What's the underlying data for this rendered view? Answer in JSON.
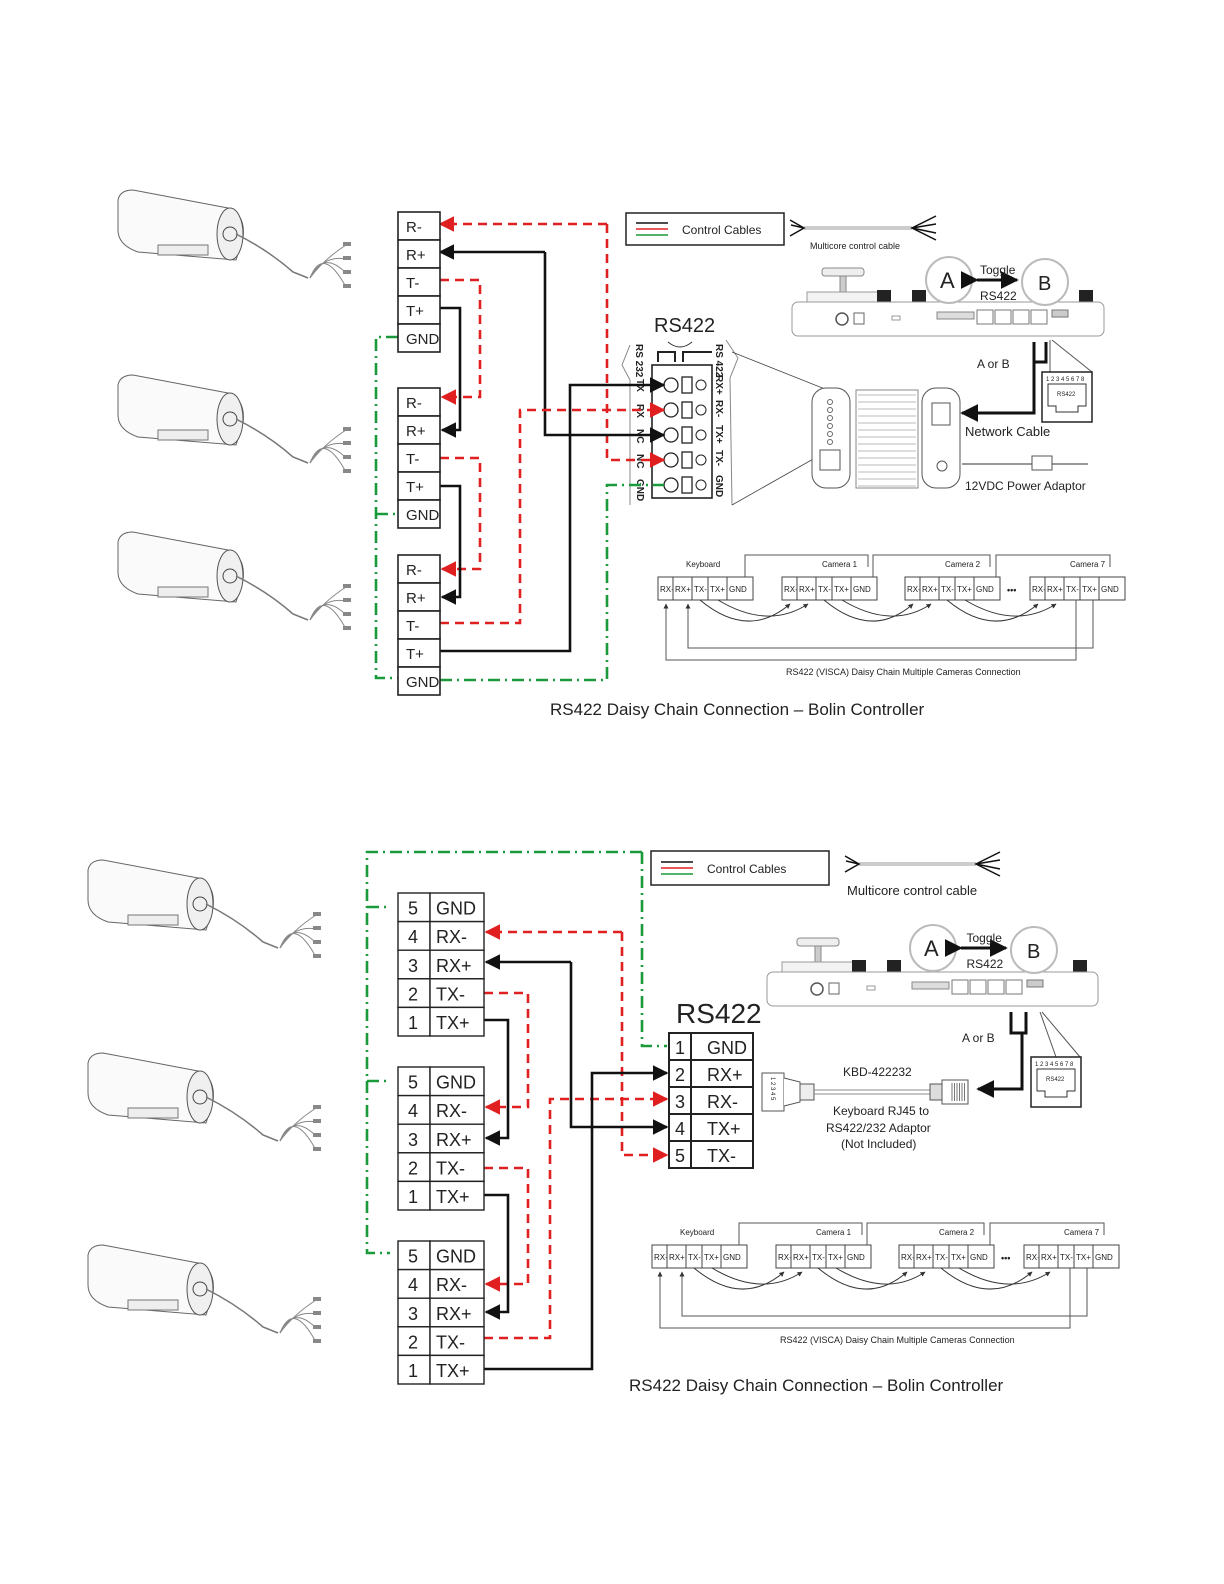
{
  "colors": {
    "black_wire": "#111111",
    "red_wire": "#e02020",
    "green_wire": "#1a9a3a",
    "line": "#333333"
  },
  "legend": {
    "label": "Control Cables",
    "multicore_label": "Multicore control cable"
  },
  "toggle": {
    "a": "A",
    "b": "B",
    "toggle_label": "Toggle",
    "rs422_label": "RS422"
  },
  "controller": {
    "port_label": "A or B",
    "jack_pins": "1 2 3 4 5 6 7 8",
    "jack_label": "RS422"
  },
  "top_diagram": {
    "terminal_title": "RS422",
    "rs232_label": "RS 232",
    "rs422_label": "RS 422",
    "left_pins": [
      "TX",
      "RX",
      "NC",
      "NC",
      "GND"
    ],
    "right_pins": [
      "RX+",
      "RX-",
      "TX+",
      "TX-",
      "GND"
    ],
    "camera_blocks": [
      [
        "R-",
        "R+",
        "T-",
        "T+",
        "GND"
      ],
      [
        "R-",
        "R+",
        "T-",
        "T+",
        "GND"
      ],
      [
        "R-",
        "R+",
        "T-",
        "T+",
        "GND"
      ]
    ],
    "network_cable": "Network Cable",
    "power_adaptor": "12VDC Power Adaptor",
    "caption": "RS422 Daisy Chain Connection – Bolin Controller"
  },
  "bottom_diagram": {
    "terminal_title": "RS422",
    "terminal_rows": [
      {
        "n": "1",
        "label": "GND"
      },
      {
        "n": "2",
        "label": "RX+"
      },
      {
        "n": "3",
        "label": "RX-"
      },
      {
        "n": "4",
        "label": "TX+"
      },
      {
        "n": "5",
        "label": "TX-"
      }
    ],
    "camera_blocks": [
      [
        {
          "n": "5",
          "label": "GND"
        },
        {
          "n": "4",
          "label": "RX-"
        },
        {
          "n": "3",
          "label": "RX+"
        },
        {
          "n": "2",
          "label": "TX-"
        },
        {
          "n": "1",
          "label": "TX+"
        }
      ],
      [
        {
          "n": "5",
          "label": "GND"
        },
        {
          "n": "4",
          "label": "RX-"
        },
        {
          "n": "3",
          "label": "RX+"
        },
        {
          "n": "2",
          "label": "TX-"
        },
        {
          "n": "1",
          "label": "TX+"
        }
      ],
      [
        {
          "n": "5",
          "label": "GND"
        },
        {
          "n": "4",
          "label": "RX-"
        },
        {
          "n": "3",
          "label": "RX+"
        },
        {
          "n": "2",
          "label": "TX-"
        },
        {
          "n": "1",
          "label": "TX+"
        }
      ]
    ],
    "adaptor_model": "KBD-422232",
    "adaptor_pins": "1 2 3 4 5",
    "adaptor_desc": [
      "Keyboard RJ45 to",
      "RS422/232 Adaptor",
      "(Not Included)"
    ],
    "caption": "RS422 Daisy Chain Connection – Bolin Controller"
  },
  "daisy_chain": {
    "devices": [
      "Keyboard",
      "Camera 1",
      "Camera 2",
      "Camera 7"
    ],
    "pins": [
      "RX-",
      "RX+",
      "TX-",
      "TX+",
      "GND"
    ],
    "ellipsis": "•••",
    "caption": "RS422 (VISCA) Daisy Chain Multiple Cameras Connection"
  }
}
